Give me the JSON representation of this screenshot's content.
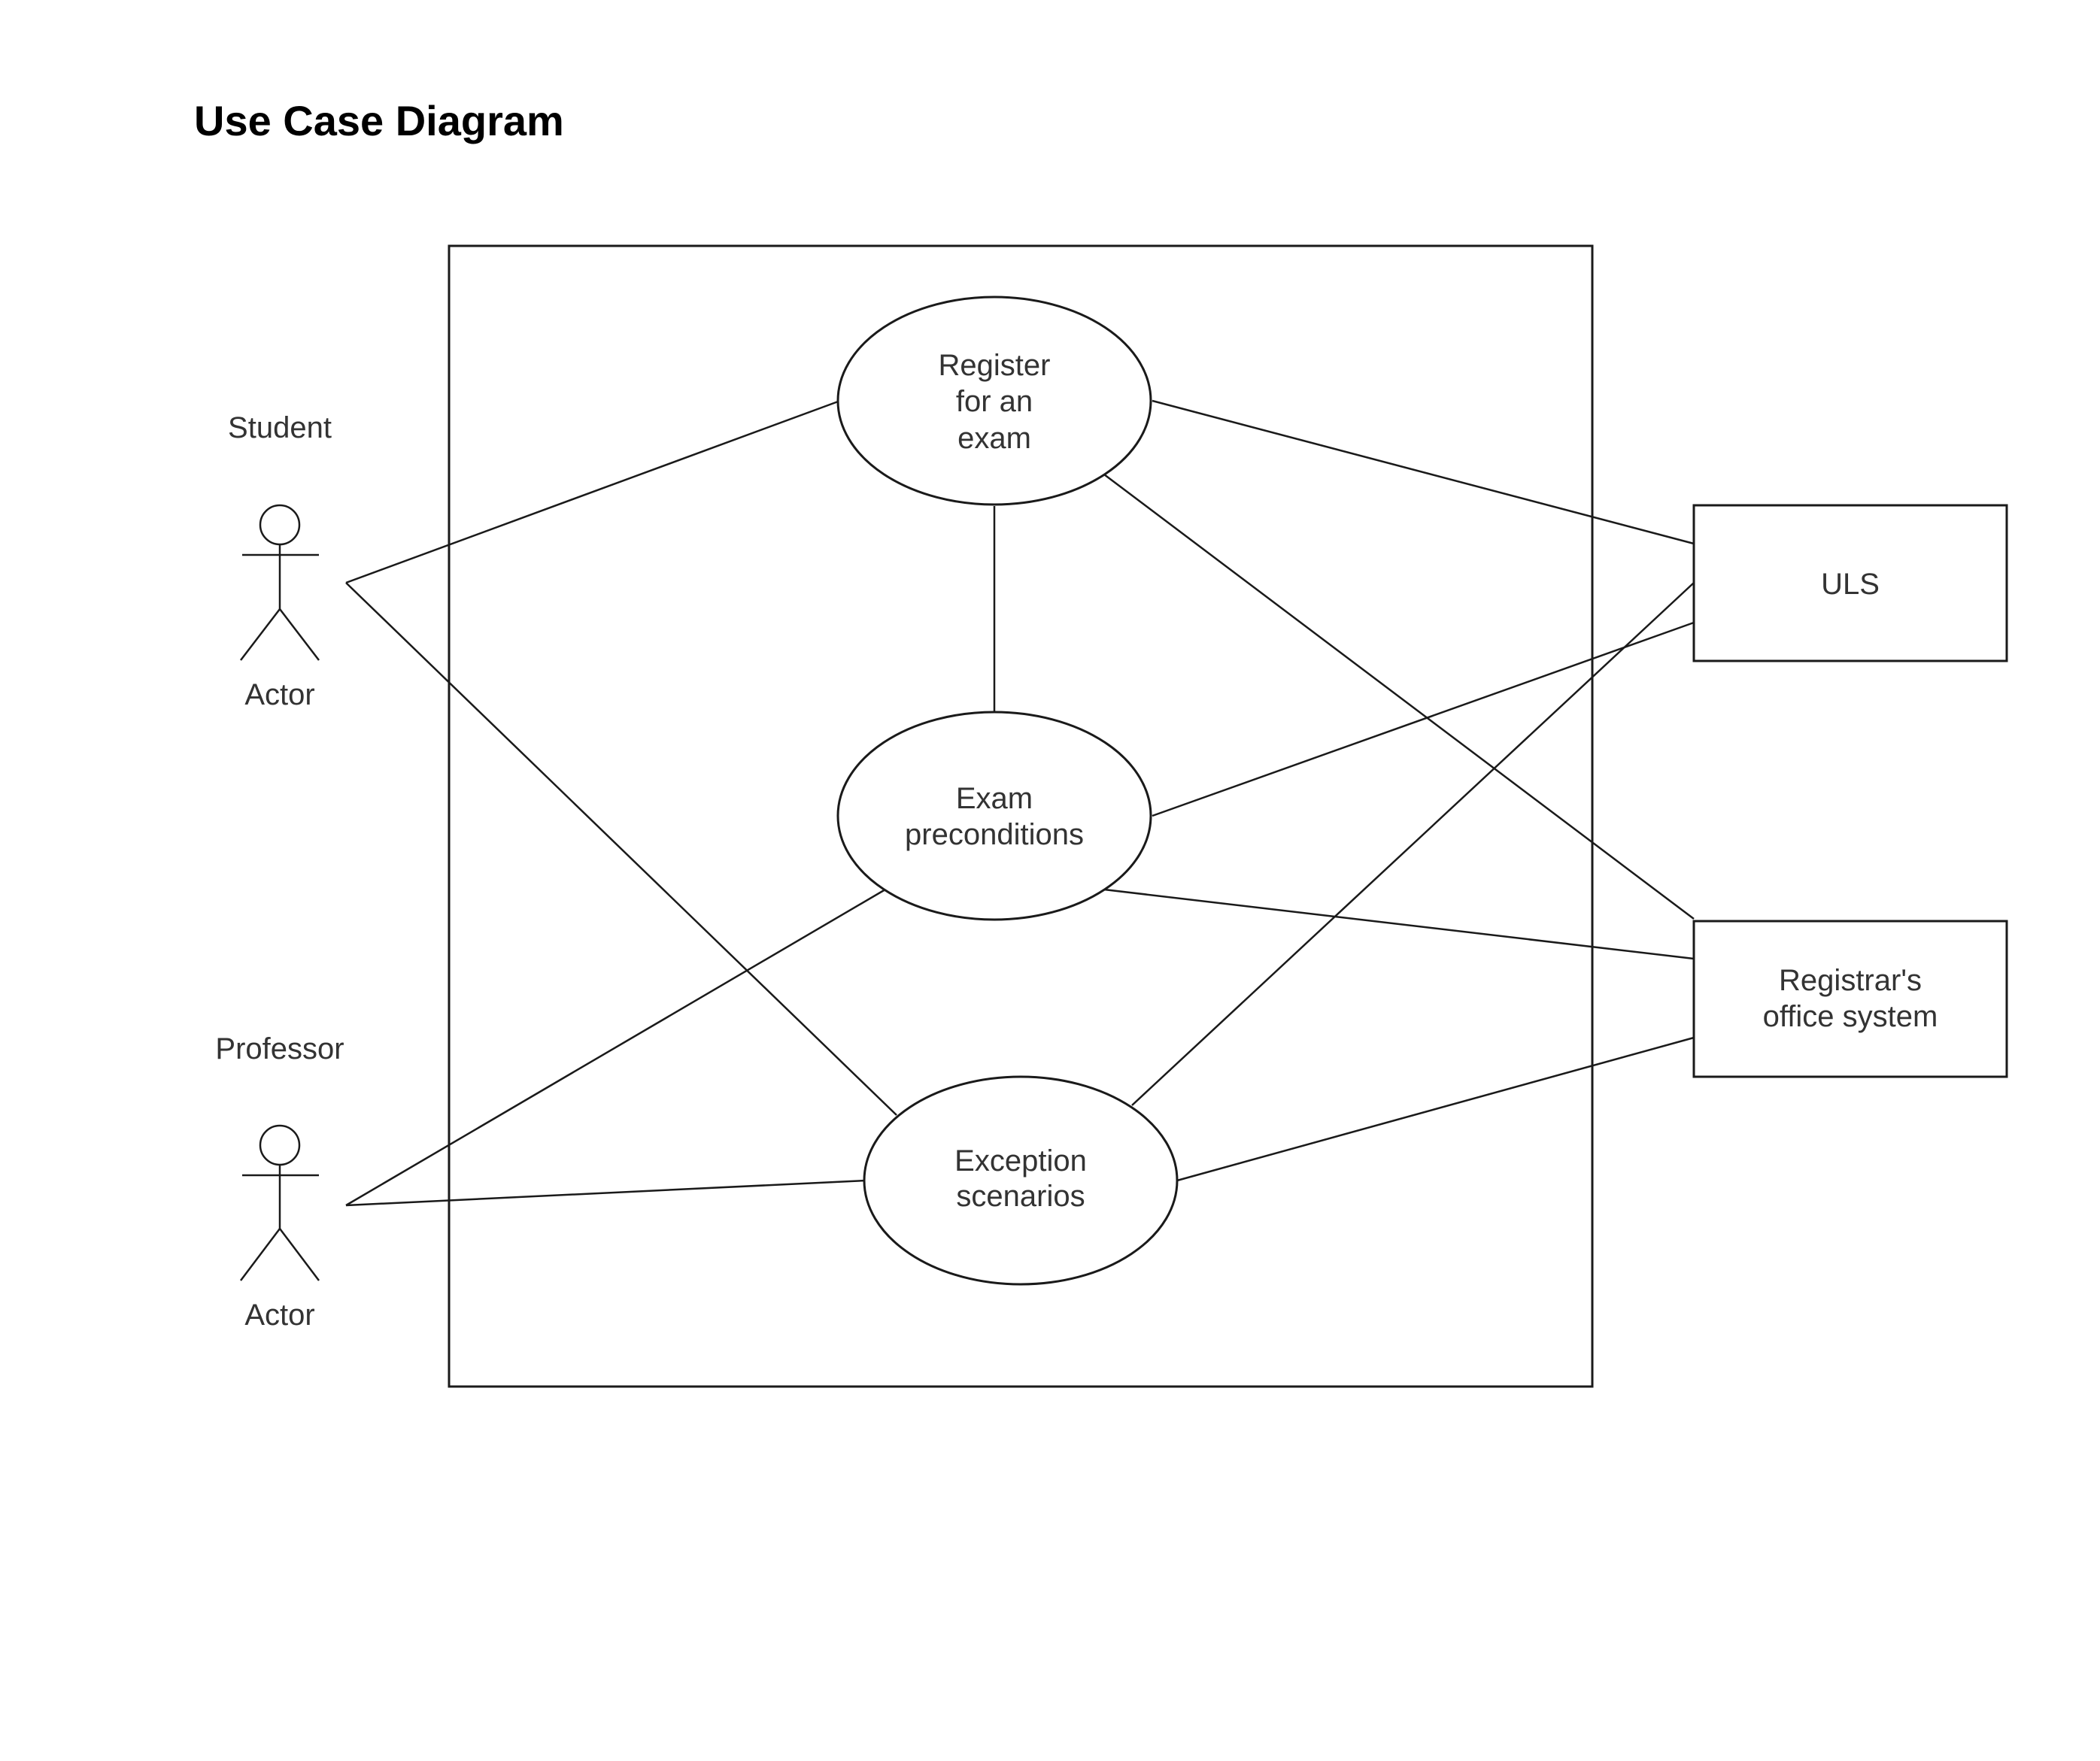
{
  "title": "Use Case Diagram",
  "actors": {
    "student": {
      "role_label": "Student",
      "type_label": "Actor"
    },
    "professor": {
      "role_label": "Professor",
      "type_label": "Actor"
    }
  },
  "use_cases": {
    "register": {
      "lines": [
        "Register",
        "for an",
        "exam"
      ]
    },
    "preconditions": {
      "lines": [
        "Exam",
        "preconditions"
      ]
    },
    "exceptions": {
      "lines": [
        "Exception",
        "scenarios"
      ]
    }
  },
  "systems": {
    "uls": {
      "lines": [
        "ULS"
      ]
    },
    "registrar": {
      "lines": [
        "Registrar's",
        "office system"
      ]
    }
  },
  "colors": {
    "stroke": "#1a1a1a",
    "text": "#333333",
    "background": "#ffffff"
  }
}
